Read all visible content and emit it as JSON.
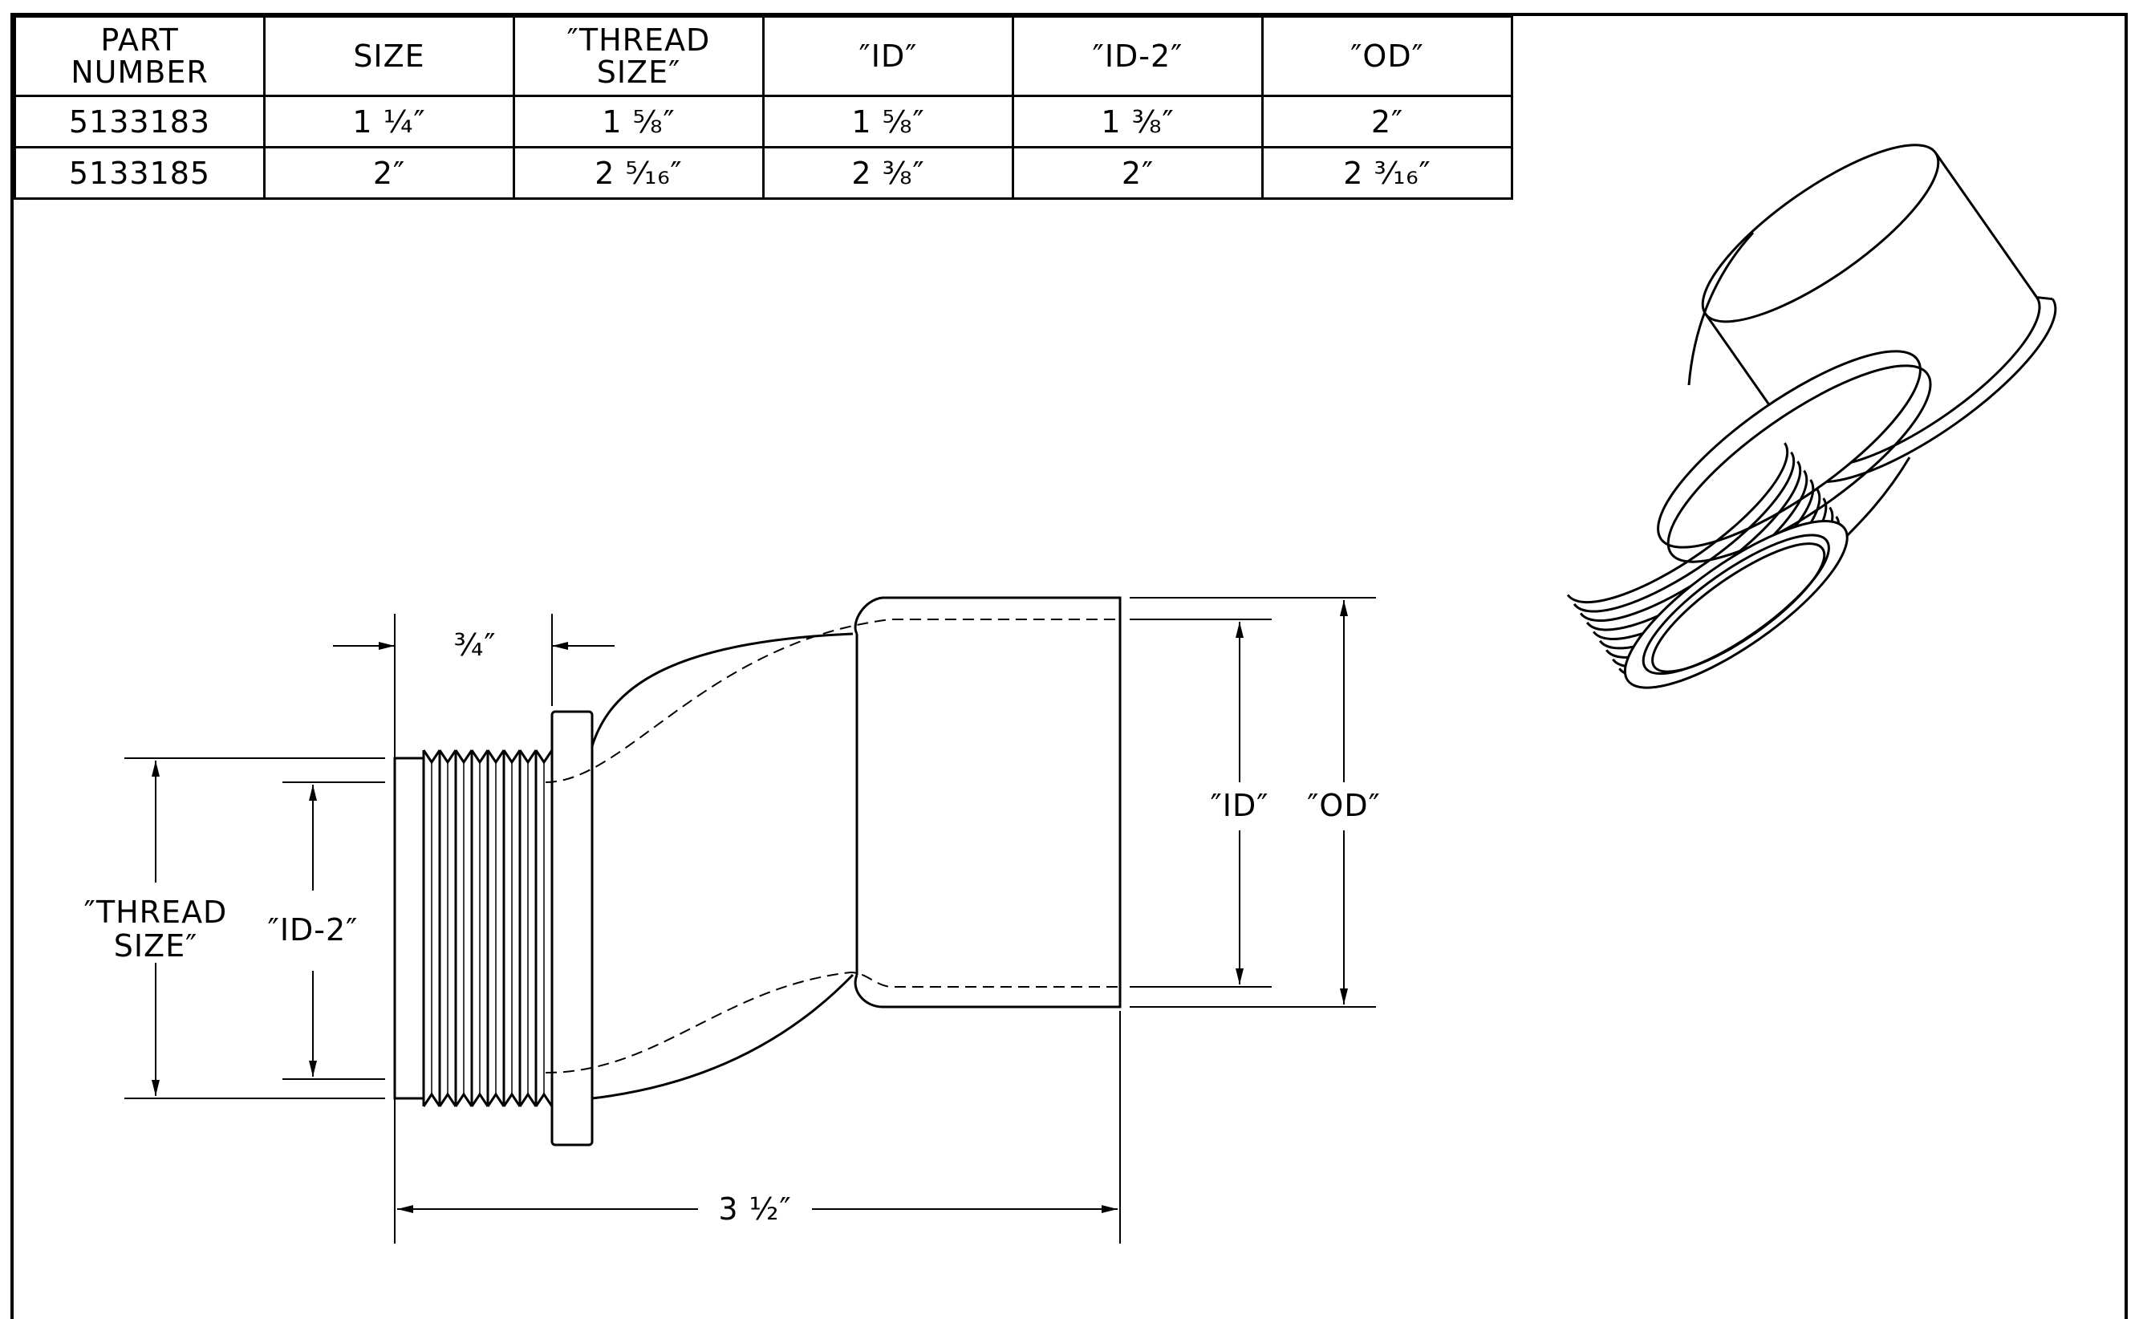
{
  "table": {
    "headers": [
      "PART\nNUMBER",
      "SIZE",
      "″THREAD\nSIZE″",
      "″ID″",
      "″ID-2″",
      "″OD″"
    ],
    "rows": [
      [
        "5133183",
        "1 ¼″",
        "1 ⅝″",
        "1 ⅝″",
        "1 ⅜″",
        "2″"
      ],
      [
        "5133185",
        "2″",
        "2 ⁵⁄₁₆″",
        "2 ⅜″",
        "2″",
        "2 ³⁄₁₆″"
      ]
    ]
  },
  "dimensions": {
    "flange_width": "¾″",
    "overall_length": "3 ½″",
    "thread_size_line1": "″THREAD",
    "thread_size_line2": "SIZE″",
    "id2": "″ID-2″",
    "id": "″ID″",
    "od": "″OD″"
  }
}
